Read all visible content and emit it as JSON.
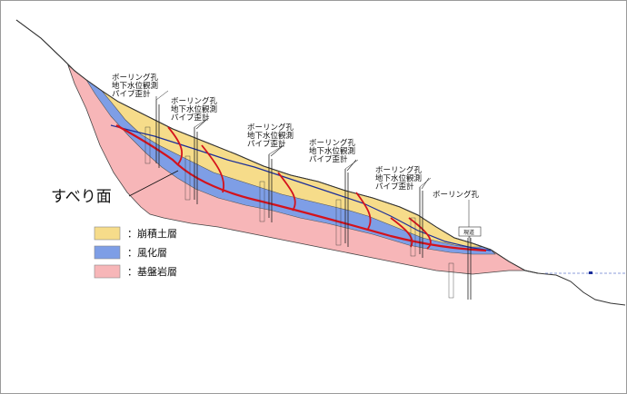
{
  "borehole_labels": {
    "b1": [
      "ボーリング孔",
      "地下水位観測",
      "パイプ歪計"
    ],
    "b2": [
      "ボーリング孔",
      "地下水位観測",
      "パイプ歪計"
    ],
    "b3": [
      "ボーリング孔",
      "地下水位観測",
      "パイプ歪計"
    ],
    "b4": [
      "ボーリング孔",
      "地下水位観測",
      "パイプ歪計"
    ],
    "b5": [
      "ボーリング孔",
      "地下水位観測",
      "パイプ歪計"
    ],
    "b6": [
      "ボーリング孔"
    ]
  },
  "slip_surface_label": "すべり面",
  "road_label": "現道",
  "legend": [
    {
      "label": "：崩積土層",
      "color": "#f6dc8a"
    },
    {
      "label": "：風化層",
      "color": "#7e9ee6"
    },
    {
      "label": "：基盤岩層",
      "color": "#f7b6b8"
    }
  ],
  "colors": {
    "colluvium": "#f6dc8a",
    "weathered": "#7e9ee6",
    "bedrock": "#f7b6b8",
    "slip": "#d4121c",
    "groundwater": "#1a2d9a"
  }
}
